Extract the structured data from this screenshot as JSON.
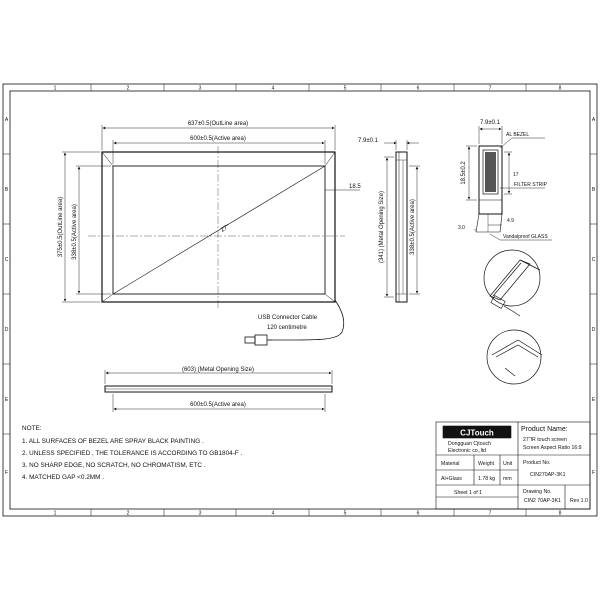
{
  "grid": {
    "cols": [
      "1",
      "2",
      "3",
      "4",
      "5",
      "6",
      "7",
      "8"
    ],
    "rows": [
      "A",
      "B",
      "C",
      "D",
      "E",
      "F"
    ]
  },
  "front_view": {
    "outline_width": "637±0.5(OutLine area)",
    "active_width": "600±0.5(Active area)",
    "outline_height": "375±0.5(OutLine area)",
    "active_height": "338±0.5(Active area)",
    "bezel_offset": "18.5",
    "diagonal": "27\""
  },
  "cable": {
    "title": "USB Connector Cable",
    "length": "120 centimetre"
  },
  "side_view": {
    "thickness": "7.9±0.1",
    "metal_opening": "(341) (Metal Opening Size)",
    "active_height": "338±0.5(Active area)"
  },
  "bottom_view": {
    "metal_opening": "(603) (Metal Opening Size)",
    "active_width": "600±0.5(Active area)"
  },
  "detail": {
    "thickness": "7.9±0.1",
    "al_bezel": "AL BEZEL",
    "height": "18.5±0.2",
    "v17": "17",
    "filter_strip": "FILTER STRIP",
    "v49": "4.9",
    "v30": "3.0",
    "glass": "Vandalproof GLASS"
  },
  "notes": {
    "title": "NOTE:",
    "items": [
      "1. ALL SURFACES OF BEZEL ARE SPRAY BLACK PAINTING .",
      "2. UNLESS SPECIFIED , THE TOLERANCE IS ACCORDING TO GB1804-F .",
      "3. NO SHARP EDGE, NO SCRATCH, NO CHROMATISM, ETC .",
      "4. MATCHED GAP <0.2MM ."
    ]
  },
  "title_block": {
    "logo": "CJTouch",
    "company_1": "Dongguan Cjtouch",
    "company_2": "Electronic co.,ltd",
    "product_name_label": "Product Name:",
    "product_name_1": "27\"IR touch screen",
    "product_name_2": "Screen Aspect Ratio  16:9",
    "material_label": "Material",
    "weight_label": "Weight",
    "unit_label": "Unit",
    "material_value": "Al+Glass",
    "weight_value": "1.78 kg",
    "unit_value": "mm",
    "product_no_label": "Product No.",
    "product_no": "CIN270AP-3K1",
    "sheet": "Sheet  1 of 1",
    "drawing_no_label": "Drawing No.",
    "drawing_no": "CIN2 70AP-3K1",
    "rev": "Rev 1.0"
  },
  "colors": {
    "line": "#111111",
    "paper": "#ffffff"
  }
}
